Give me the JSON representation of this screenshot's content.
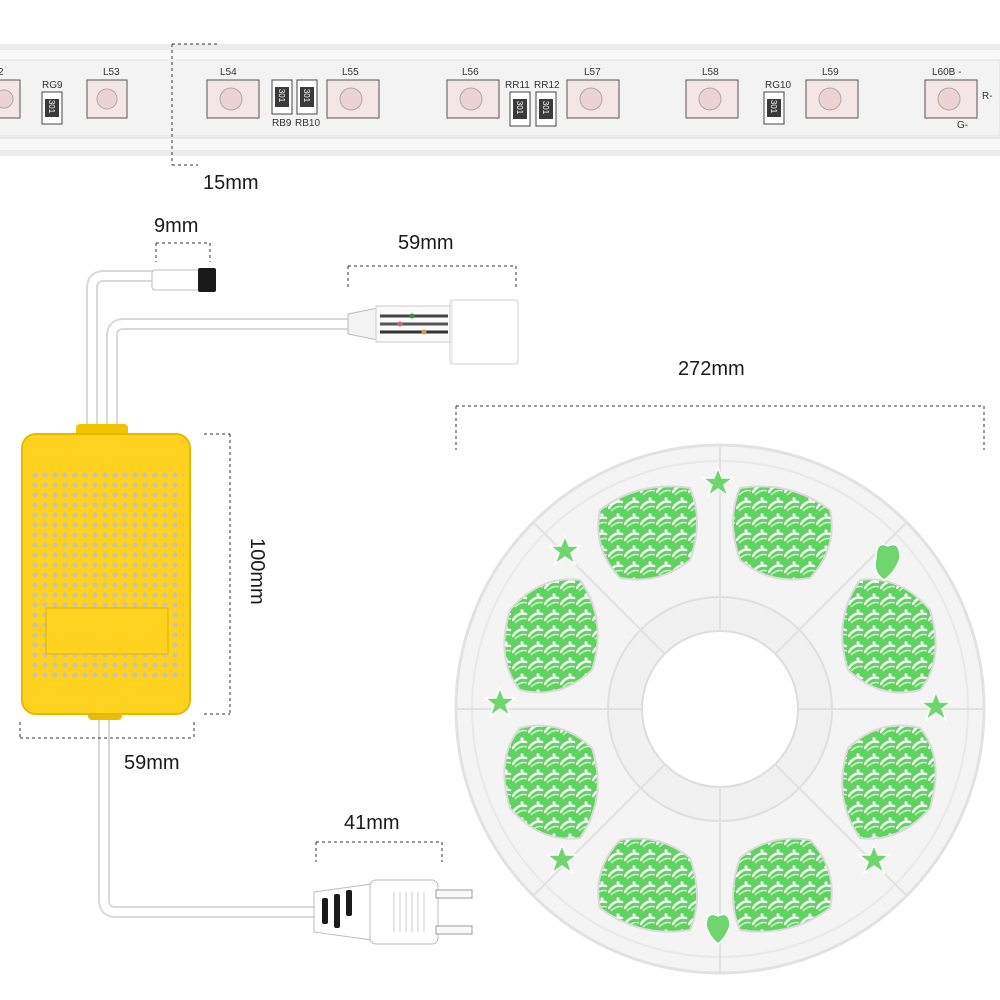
{
  "strip": {
    "components": {
      "partial_left": "2",
      "rg9": "RG9",
      "l53": "L53",
      "l54": "L54",
      "rb9": "RB9",
      "rb10": "RB10",
      "l55": "L55",
      "l56": "L56",
      "rr11": "RR11",
      "rr12": "RR12",
      "l57": "L57",
      "l58": "L58",
      "rg10": "RG10",
      "l59": "L59",
      "l60b": "L60B -",
      "r_minus": "R-",
      "g_minus": "G-"
    },
    "resistor_code": "301"
  },
  "dimensions": {
    "strip_width": "15mm",
    "plug_tip": "9mm",
    "connector_length": "59mm",
    "reel_diameter": "272mm",
    "box_height": "100mm",
    "box_width": "59mm",
    "plug_length": "41mm"
  },
  "colors": {
    "box": "#FFD21F",
    "led_green": "#5FD35F",
    "reel": "#F2F2F2",
    "strip": "#F6F6F6"
  }
}
